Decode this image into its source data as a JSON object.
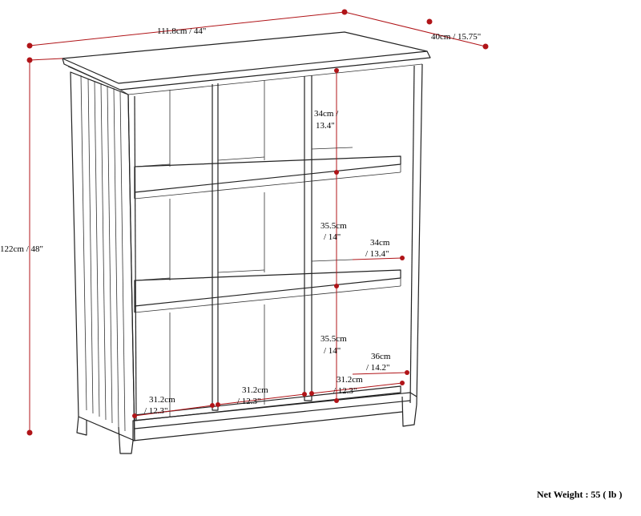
{
  "dimensions": {
    "width": "111.8cm / 44\"",
    "depth": "40cm / 15.75\"",
    "height": "122cm / 48\"",
    "top_cubby_height_line1": "34cm /",
    "top_cubby_height_line2": "13.4\"",
    "mid_cubby_height_line1": "35.5cm",
    "mid_cubby_height_line2": "/ 14\"",
    "shelf_depth_line1": "34cm",
    "shelf_depth_line2": "/ 13.4\"",
    "bottom_cubby_height_line1": "35.5cm",
    "bottom_cubby_height_line2": "/ 14\"",
    "bottom_depth_line1": "36cm",
    "bottom_depth_line2": "/ 14.2\"",
    "cubby_width_left_line1": "31.2cm",
    "cubby_width_left_line2": "/ 12.3\"",
    "cubby_width_center_line1": "31.2cm",
    "cubby_width_center_line2": "/ 12.3\"",
    "cubby_width_right_line1": "31.2cm",
    "cubby_width_right_line2": "/ 12.3\""
  },
  "net_weight": "Net Weight : 55 ( lb )",
  "colors": {
    "dimension_line": "#b01418",
    "outline": "#222222"
  }
}
